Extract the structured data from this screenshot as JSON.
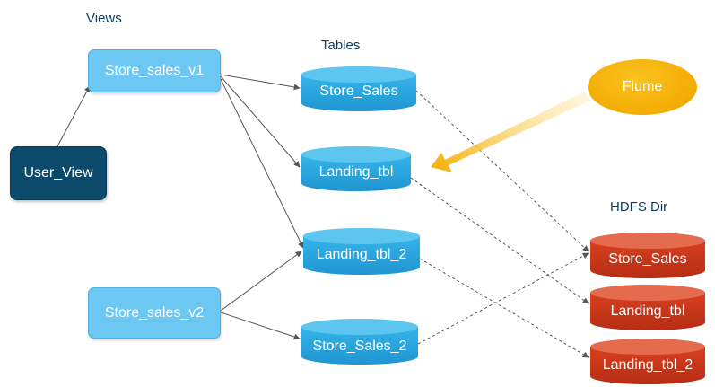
{
  "headings": {
    "views": "Views",
    "tables": "Tables",
    "hdfs": "HDFS Dir"
  },
  "views": {
    "v1": "Store_sales_v1",
    "v2": "Store_sales_v2",
    "user": "User_View"
  },
  "tables": {
    "store_sales": "Store_Sales",
    "landing_tbl": "Landing_tbl",
    "landing_tbl_2": "Landing_tbl_2",
    "store_sales_2": "Store_Sales_2"
  },
  "hdfs": {
    "store_sales": "Store_Sales",
    "landing_tbl": "Landing_tbl",
    "landing_tbl_2": "Landing_tbl_2"
  },
  "source": {
    "flume": "Flume"
  },
  "colors": {
    "view": "#6cc8f2",
    "user_view": "#0b4a6a",
    "table": "#2aa7e0",
    "hdfs": "#c9361c",
    "flume": "#f5b10a",
    "heading": "#0d3b5c"
  }
}
